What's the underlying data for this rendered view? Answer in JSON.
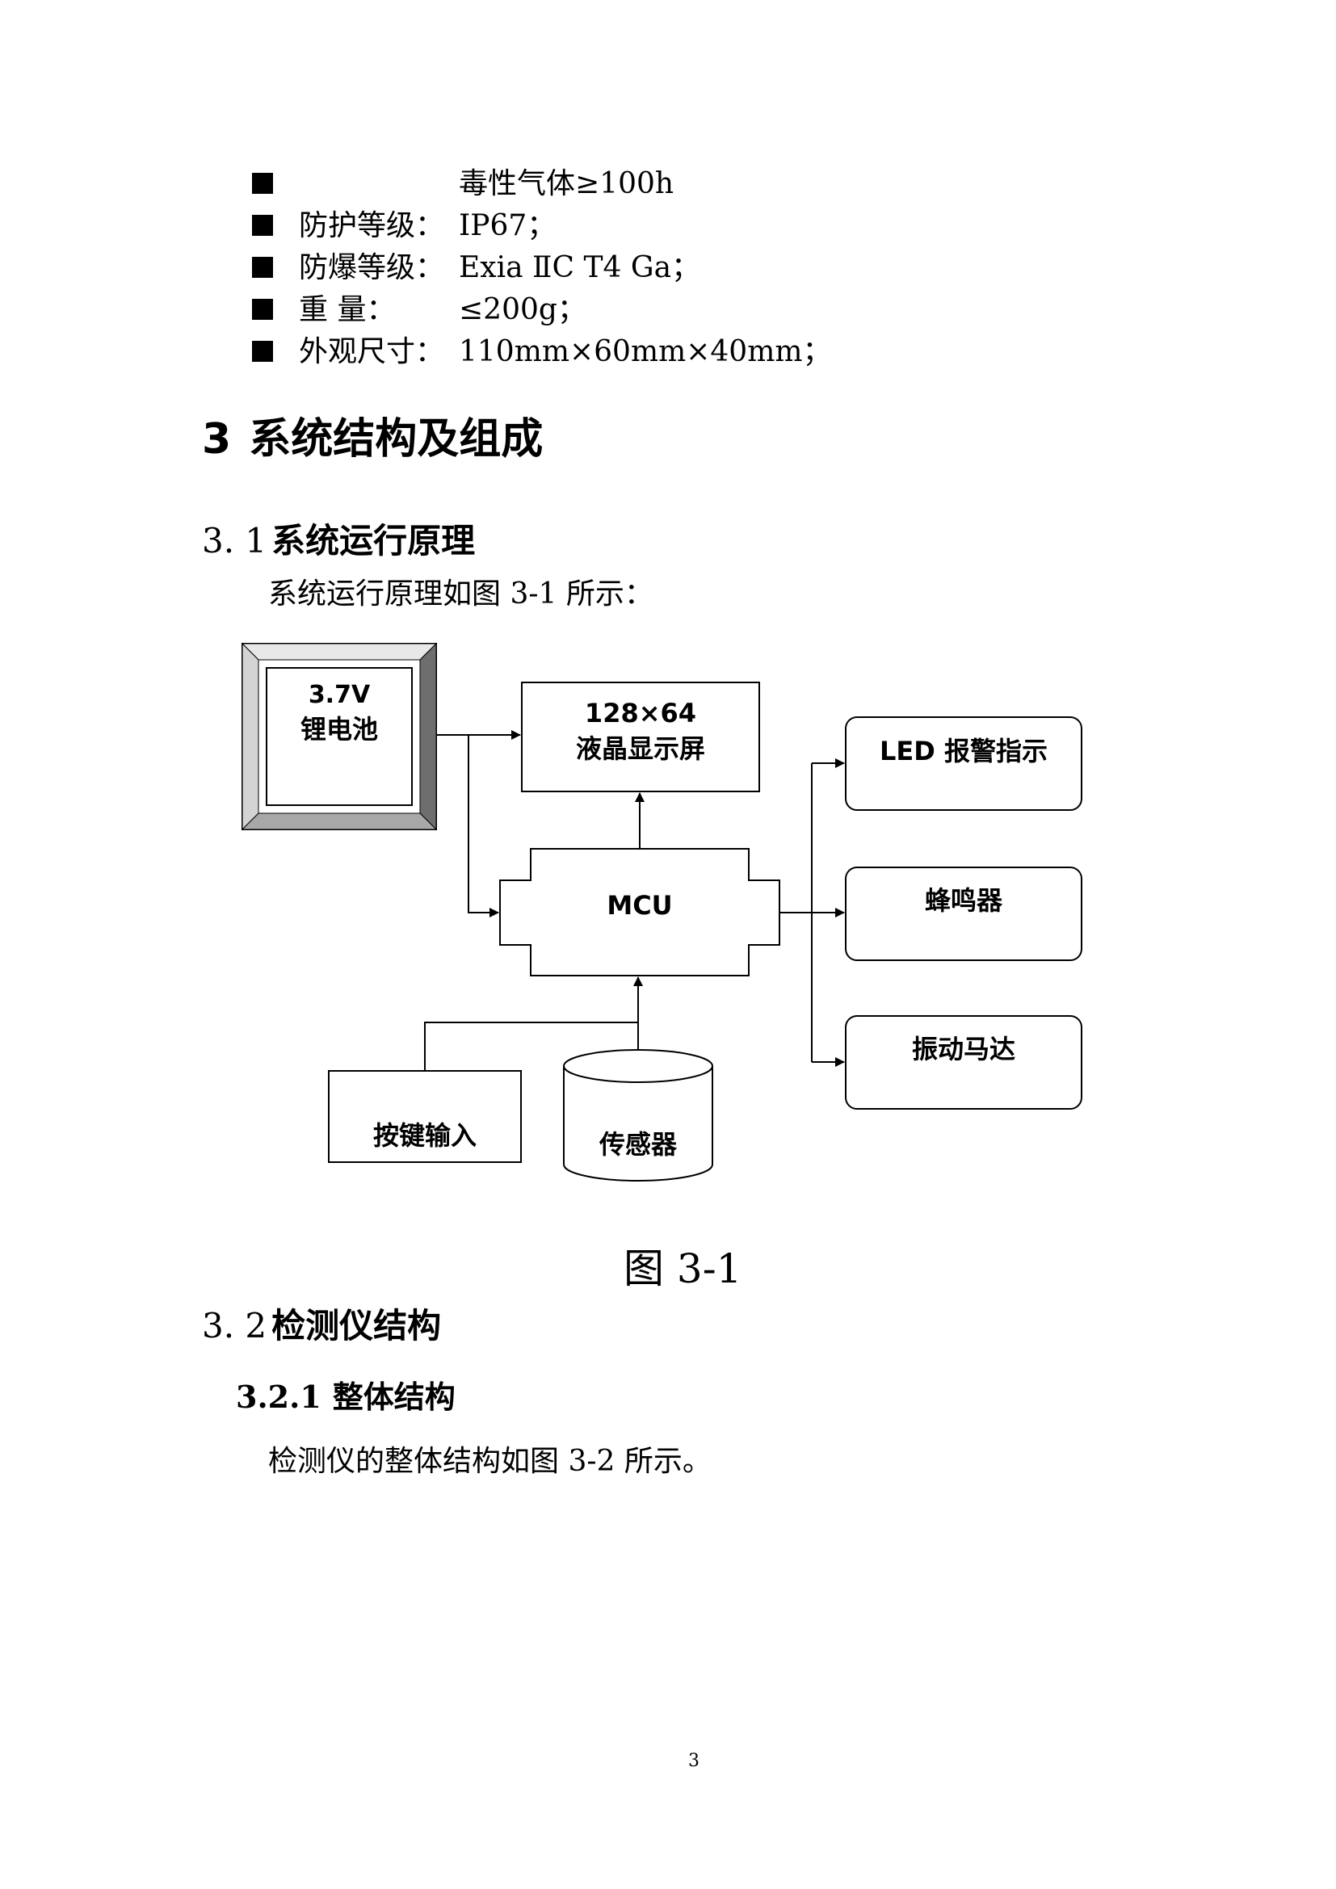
{
  "specs": [
    {
      "label": "",
      "value": "毒性气体≥100h"
    },
    {
      "label": "防护等级：",
      "value": "IP67；"
    },
    {
      "label": "防爆等级：",
      "value": "Exia  ⅡC T4 Ga；"
    },
    {
      "label": "重      量：",
      "value": "≤200g；"
    },
    {
      "label": "外观尺寸：",
      "value": "110mm×60mm×40mm；"
    }
  ],
  "section3": {
    "number": "3",
    "title": "系统结构及组成"
  },
  "section3_1": {
    "number": "3. 1",
    "title": "系统运行原理",
    "intro": "系统运行原理如图 3-1 所示："
  },
  "diagram": {
    "battery": {
      "line1": "3.7V",
      "line2": "锂电池"
    },
    "lcd": {
      "line1": "128×64",
      "line2": "液晶显示屏"
    },
    "mcu": "MCU",
    "led": "LED 报警指示",
    "buzzer": "蜂鸣器",
    "motor": "振动马达",
    "keys": "按键输入",
    "sensor": "传感器"
  },
  "figure_caption": "图 3-1",
  "section3_2": {
    "number": "3. 2",
    "title": "检测仪结构"
  },
  "section3_2_1": {
    "number": "3.2.1",
    "title": "整体结构",
    "intro": "检测仪的整体结构如图 3-2 所示。"
  },
  "page_number": "3"
}
